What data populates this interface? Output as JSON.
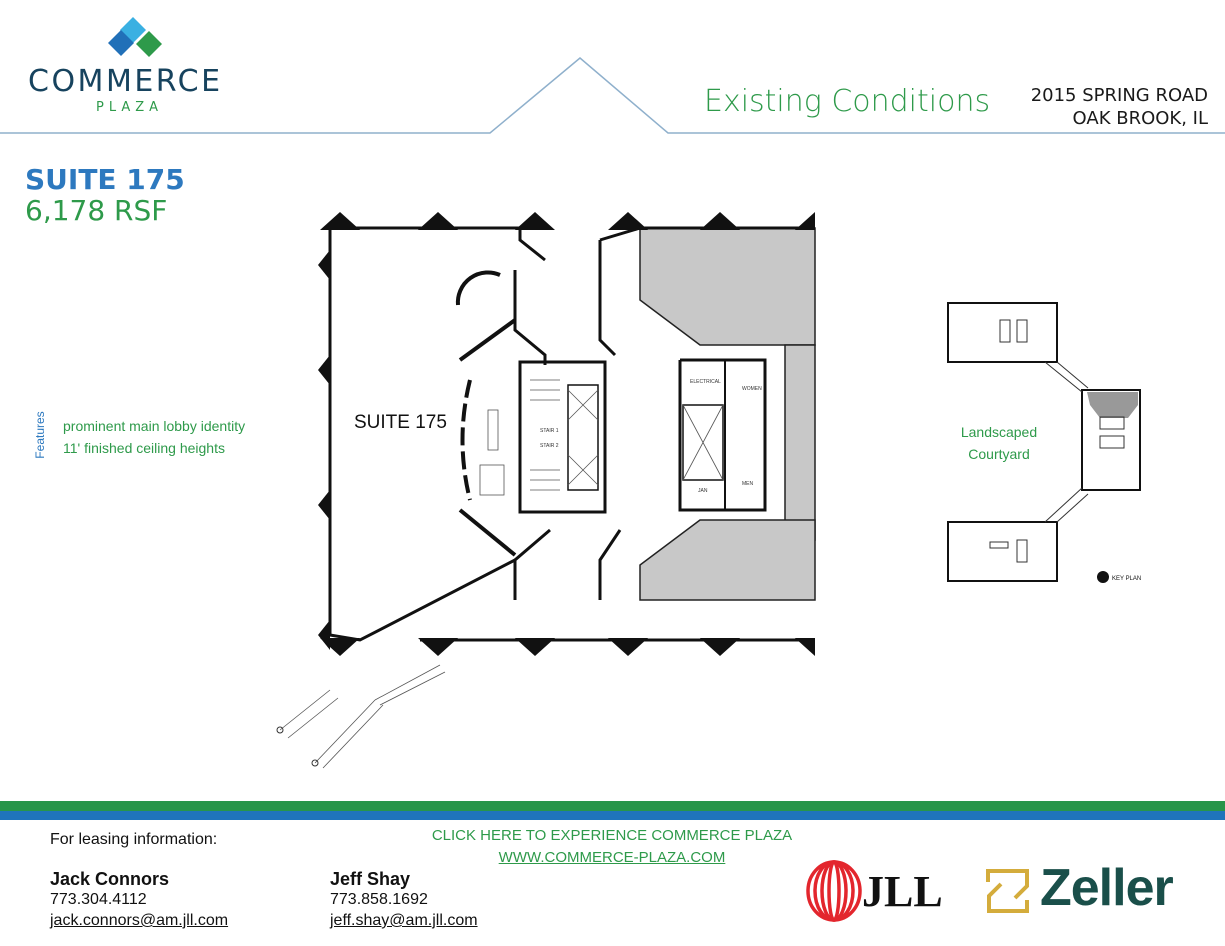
{
  "header": {
    "logo_name": "COMMERCE",
    "logo_sub": "PLAZA",
    "title": "Existing Conditions",
    "address_line1": "2015 SPRING ROAD",
    "address_line2": "OAK BROOK, IL"
  },
  "suite": {
    "name": "SUITE 175",
    "area": "6,178 RSF"
  },
  "features": {
    "label": "Features",
    "items": [
      "prominent main lobby identity",
      "11' finished ceiling heights"
    ]
  },
  "floorplan": {
    "suite_label": "SUITE 175",
    "room_labels": [
      "STAIR 1",
      "STAIR 2",
      "ELECTRICAL",
      "WOMEN",
      "MEN",
      "JAN"
    ]
  },
  "key_plan": {
    "courtyard_line1": "Landscaped",
    "courtyard_line2": "Courtyard",
    "legend": "KEY PLAN"
  },
  "footer": {
    "leasing_label": "For leasing information:",
    "contacts": [
      {
        "name": "Jack Connors",
        "phone": "773.304.4112",
        "email": "jack.connors@am.jll.com"
      },
      {
        "name": "Jeff Shay",
        "phone": "773.858.1692",
        "email": "jeff.shay@am.jll.com"
      }
    ],
    "cta": "CLICK HERE TO EXPERIENCE COMMERCE PLAZA",
    "url": "WWW.COMMERCE-PLAZA.COM",
    "logos": {
      "jll": "JLL",
      "zeller": "Zeller"
    }
  },
  "colors": {
    "blue": "#2d79bf",
    "green": "#2e9a4a",
    "navy": "#17435e",
    "zeller": "#1a4f4a",
    "gold": "#d4ac3c",
    "jll_red": "#e3262d"
  }
}
